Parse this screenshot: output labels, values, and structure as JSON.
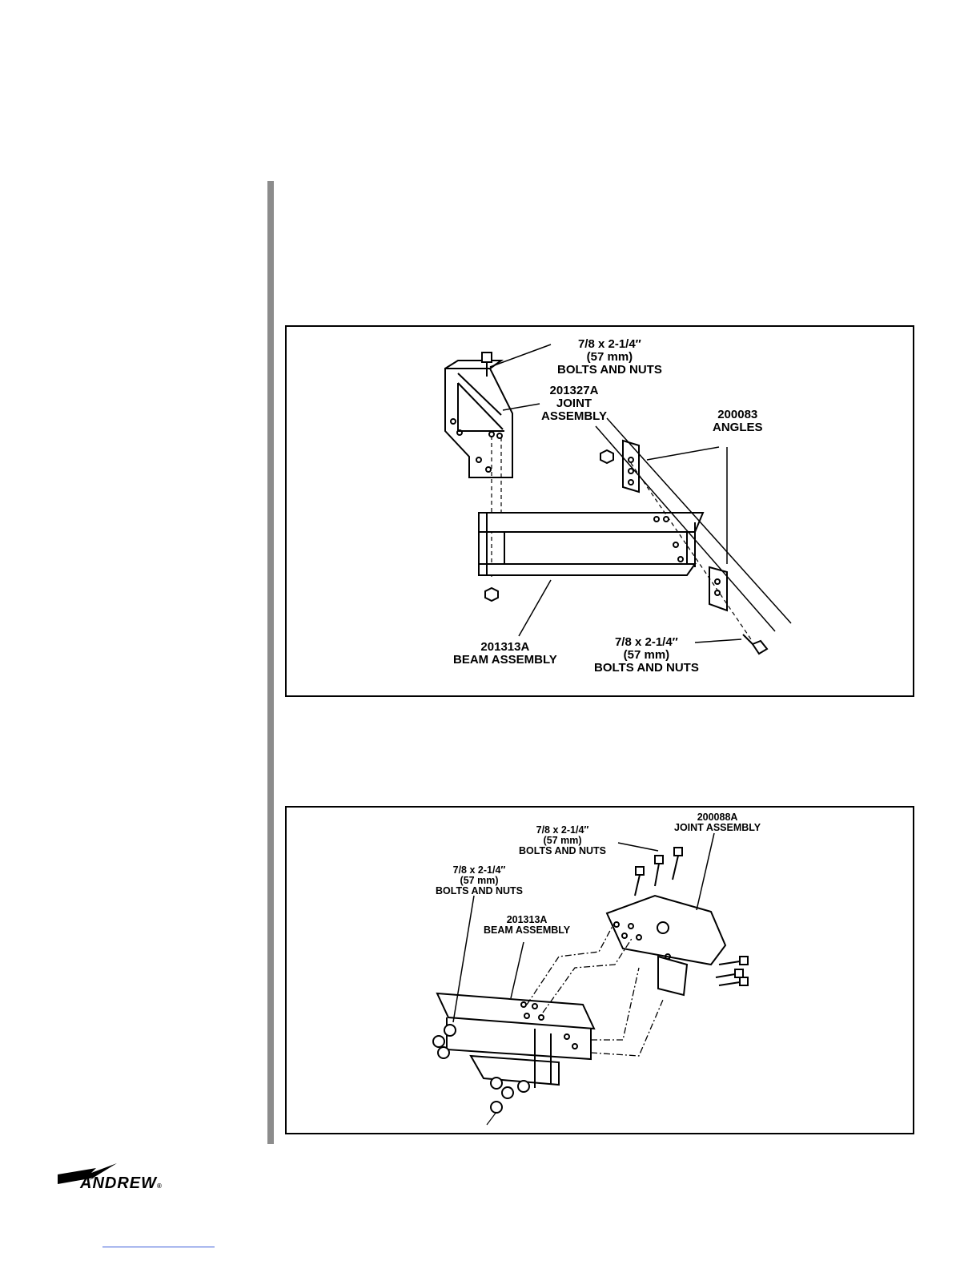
{
  "figure1": {
    "bolts_top": [
      "7/8 x 2-1/4″",
      "(57 mm)",
      "BOLTS AND NUTS"
    ],
    "joint": [
      "201327A",
      "JOINT",
      "ASSEMBLY"
    ],
    "angles": [
      "200083",
      "ANGLES"
    ],
    "beam": [
      "201313A",
      "BEAM ASSEMBLY"
    ],
    "bolts_bottom": [
      "7/8 x 2-1/4″",
      "(57 mm)",
      "BOLTS AND NUTS"
    ]
  },
  "figure2": {
    "joint": [
      "200088A",
      "JOINT ASSEMBLY"
    ],
    "bolts_right": [
      "7/8 x 2-1/4″",
      "(57 mm)",
      "BOLTS AND NUTS"
    ],
    "bolts_left": [
      "7/8 x 2-1/4″",
      "(57 mm)",
      "BOLTS AND NUTS"
    ],
    "beam": [
      "201313A",
      "BEAM ASSEMBLY"
    ]
  },
  "logo": {
    "text": "ANDREW",
    "registered": "®"
  }
}
